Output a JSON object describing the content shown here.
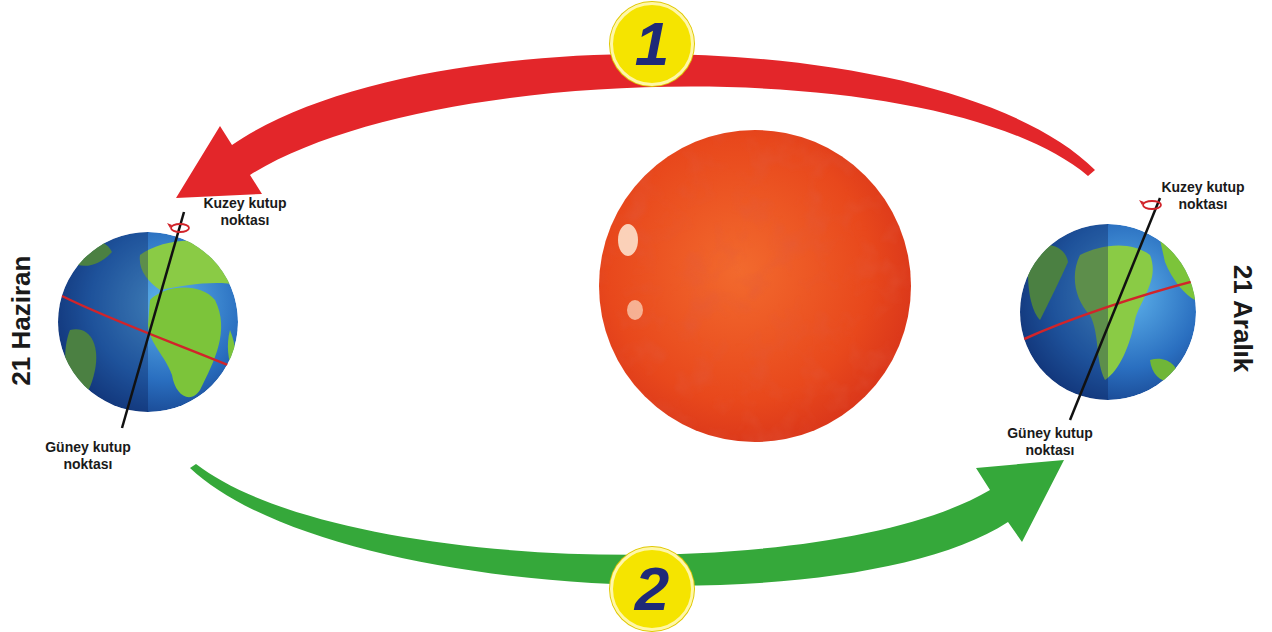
{
  "diagram": {
    "nodes": [
      {
        "text": [
          "1"
        ]
      },
      {
        "text": [
          "2"
        ]
      }
    ],
    "labels": [
      "Kuzey kutup noktası",
      "21 Haziran",
      "Güney kutup noktası",
      "Kuzey kutup noktası",
      "21 Aralık",
      "Güney kutup noktası"
    ]
  }
}
